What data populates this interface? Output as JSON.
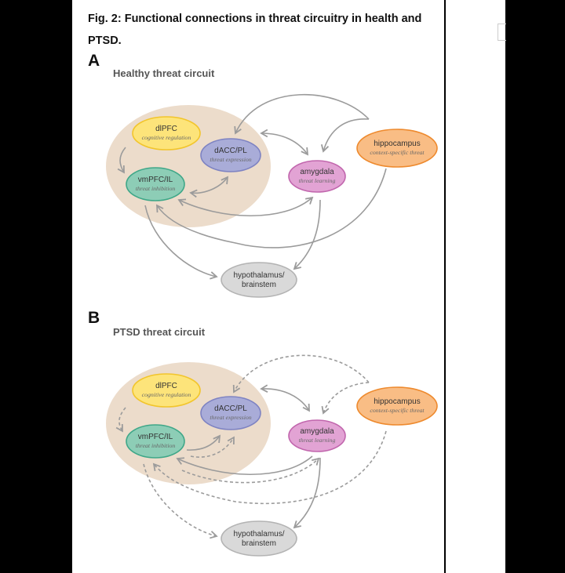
{
  "caption": "Fig. 2: Functional connections in threat circuitry in health and PTSD.",
  "panels": [
    {
      "letter": "A",
      "title": "Healthy threat circuit",
      "nodes": {
        "dlpfc": {
          "title": "dlPFC",
          "sub": "cognitive regulation"
        },
        "dacc": {
          "title": "dACC/PL",
          "sub": "threat expression"
        },
        "vmpfc": {
          "title": "vmPFC/IL",
          "sub": "threat inhibition"
        },
        "amygdala": {
          "title": "amygdala",
          "sub": "threat learning"
        },
        "hippocampus": {
          "title": "hippocampus",
          "sub": "context-specific threat"
        },
        "hypothalamus": {
          "title1": "hypothalamus/",
          "title2": "brainstem"
        }
      }
    },
    {
      "letter": "B",
      "title": "PTSD threat circuit",
      "nodes": {
        "dlpfc": {
          "title": "dlPFC",
          "sub": "cognitive regulation"
        },
        "dacc": {
          "title": "dACC/PL",
          "sub": "threat expression"
        },
        "vmpfc": {
          "title": "vmPFC/IL",
          "sub": "threat inhibition"
        },
        "amygdala": {
          "title": "amygdala",
          "sub": "threat learning"
        },
        "hippocampus": {
          "title": "hippocampus",
          "sub": "context-specific threat"
        },
        "hypothalamus": {
          "title1": "hypothalamus/",
          "title2": "brainstem"
        }
      }
    }
  ],
  "colors": {
    "pfc_region": "#ecdccb",
    "dlpfc_fill": "#fde47a",
    "dlpfc_stroke": "#f2c52c",
    "dacc_fill": "#a9acd8",
    "dacc_stroke": "#7e83c2",
    "vmpfc_fill": "#8dcdb6",
    "vmpfc_stroke": "#3fa788",
    "amygdala_fill": "#e2a3d4",
    "amygdala_stroke": "#c166ad",
    "hippocampus_fill": "#f9bd85",
    "hippocampus_stroke": "#ee8a2e",
    "hypothalamus_fill": "#d9d9d9",
    "hypothalamus_stroke": "#b3b3b3",
    "arrow": "#9b9b9b"
  }
}
